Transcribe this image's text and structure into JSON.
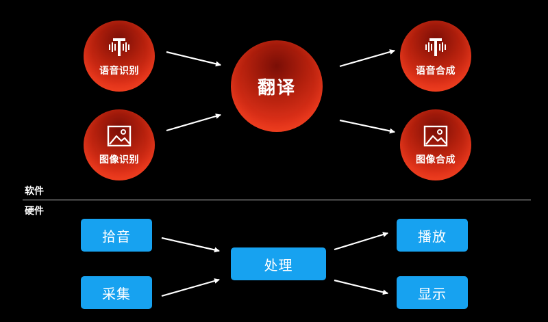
{
  "software": {
    "section_label": "软件",
    "nodes": {
      "speech_recognition": {
        "label": "语音识别",
        "icon": "waveform-t-icon"
      },
      "image_recognition": {
        "label": "图像识别",
        "icon": "image-icon"
      },
      "translation": {
        "label": "翻译"
      },
      "speech_synthesis": {
        "label": "语音合成",
        "icon": "waveform-t-icon"
      },
      "image_synthesis": {
        "label": "图像合成",
        "icon": "image-icon"
      }
    }
  },
  "hardware": {
    "section_label": "硬件",
    "nodes": {
      "pickup": {
        "label": "拾音"
      },
      "capture": {
        "label": "采集"
      },
      "processing": {
        "label": "处理"
      },
      "playback": {
        "label": "播放"
      },
      "display": {
        "label": "显示"
      }
    }
  },
  "colors": {
    "background": "#000000",
    "circle_red": "#e0321a",
    "box_blue": "#17a2f0",
    "text": "#ffffff"
  }
}
